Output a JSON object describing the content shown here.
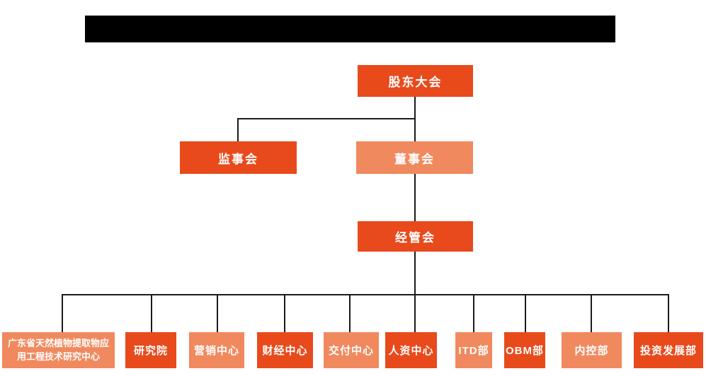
{
  "colors": {
    "box_primary": "#E84A1C",
    "box_secondary": "#F0895E",
    "connector": "#1a1a1a",
    "header_bar": "#000000",
    "box_text": "#FFFFFF"
  },
  "org_chart": {
    "type": "org-tree",
    "root": {
      "label": "股东大会",
      "variant": "primary"
    },
    "level2": [
      {
        "label": "监事会",
        "variant": "primary"
      },
      {
        "label": "董事会",
        "variant": "secondary"
      }
    ],
    "level3": {
      "label": "经管会",
      "variant": "primary"
    },
    "departments": [
      {
        "label": "广东省天然植物提取物应用工程技术研究中心",
        "variant": "secondary"
      },
      {
        "label": "研究院",
        "variant": "primary"
      },
      {
        "label": "营销中心",
        "variant": "secondary"
      },
      {
        "label": "财经中心",
        "variant": "primary"
      },
      {
        "label": "交付中心",
        "variant": "secondary"
      },
      {
        "label": "人资中心",
        "variant": "primary"
      },
      {
        "label": "ITD部",
        "variant": "secondary"
      },
      {
        "label": "OBM部",
        "variant": "primary"
      },
      {
        "label": "内控部",
        "variant": "secondary"
      },
      {
        "label": "投资发展部",
        "variant": "primary"
      }
    ],
    "edges": [
      {
        "from": "股东大会",
        "to": "监事会"
      },
      {
        "from": "股东大会",
        "to": "董事会"
      },
      {
        "from": "董事会",
        "to": "经管会"
      },
      {
        "from": "经管会",
        "to": "广东省天然植物提取物应用工程技术研究中心"
      },
      {
        "from": "经管会",
        "to": "研究院"
      },
      {
        "from": "经管会",
        "to": "营销中心"
      },
      {
        "from": "经管会",
        "to": "财经中心"
      },
      {
        "from": "经管会",
        "to": "交付中心"
      },
      {
        "from": "经管会",
        "to": "人资中心"
      },
      {
        "from": "经管会",
        "to": "ITD部"
      },
      {
        "from": "经管会",
        "to": "OBM部"
      },
      {
        "from": "经管会",
        "to": "内控部"
      },
      {
        "from": "经管会",
        "to": "投资发展部"
      }
    ]
  }
}
